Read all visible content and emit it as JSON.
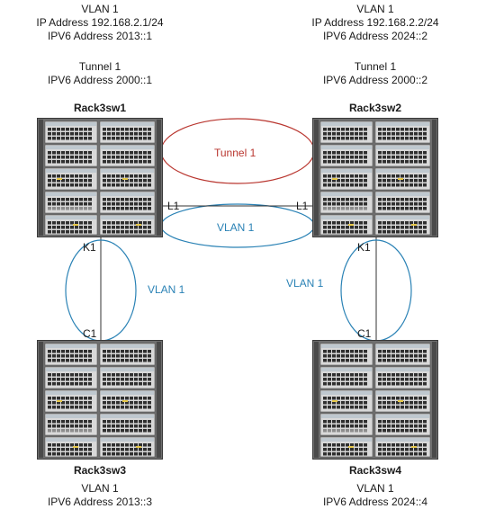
{
  "switches": {
    "sw1": {
      "name": "Rack3sw1",
      "top_labels": [
        "VLAN  1",
        "IP Address 192.168.2.1/24",
        "IPV6 Address 2013::1",
        "",
        "Tunnel 1",
        "IPV6 Address 2000::1"
      ]
    },
    "sw2": {
      "name": "Rack3sw2",
      "top_labels": [
        "VLAN  1",
        "IP Address 192.168.2.2/24",
        "IPV6 Address 2024::2",
        "",
        "Tunnel 1",
        "IPV6 Address 2000::2"
      ]
    },
    "sw3": {
      "name": "Rack3sw3",
      "bottom_labels": [
        "VLAN 1",
        "IPV6 Address 2013::3"
      ]
    },
    "sw4": {
      "name": "Rack3sw4",
      "bottom_labels": [
        "VLAN 1",
        "IPV6 Address 2024::4"
      ]
    }
  },
  "links": {
    "tunnel": {
      "label": "Tunnel 1",
      "color": "#b9362f"
    },
    "top_vlan": {
      "label": "VLAN 1",
      "color": "#2a82b5",
      "port_left": "L1",
      "port_right": "L1"
    },
    "left_vlan": {
      "label": "VLAN 1",
      "color": "#2a82b5",
      "port_top": "K1",
      "port_bottom": "C1"
    },
    "right_vlan": {
      "label": "VLAN 1",
      "color": "#2a82b5",
      "port_top": "K1",
      "port_bottom": "C1"
    }
  }
}
